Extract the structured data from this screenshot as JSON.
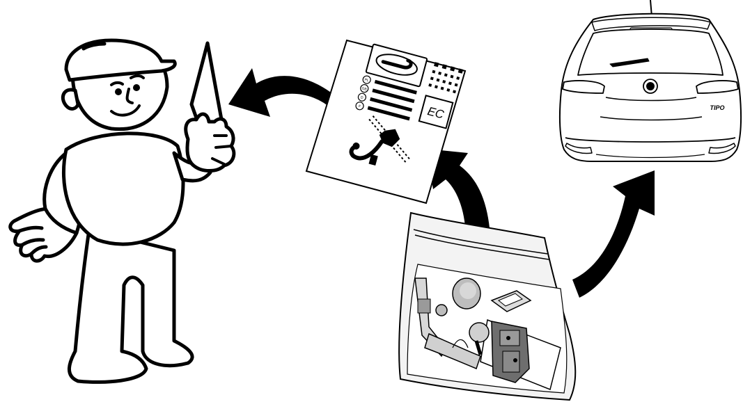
{
  "colors": {
    "ink": "#000000",
    "paper": "#ffffff",
    "bag_tint": "#f3f3f3",
    "part_grey": "#bdbdbd",
    "part_dark": "#6e6e6e"
  },
  "icons": {
    "character": "mechanic-character-icon",
    "document": "certificate-document-icon",
    "kit": "tow-bar-kit-bag-icon",
    "car": "car-rear-view-icon",
    "arrow": "curved-arrow-icon"
  },
  "document": {
    "cert_mark": "EC",
    "country_codes": [
      "PL",
      "GB",
      "D",
      "F"
    ]
  },
  "car": {
    "model_badge": "TIPO"
  }
}
